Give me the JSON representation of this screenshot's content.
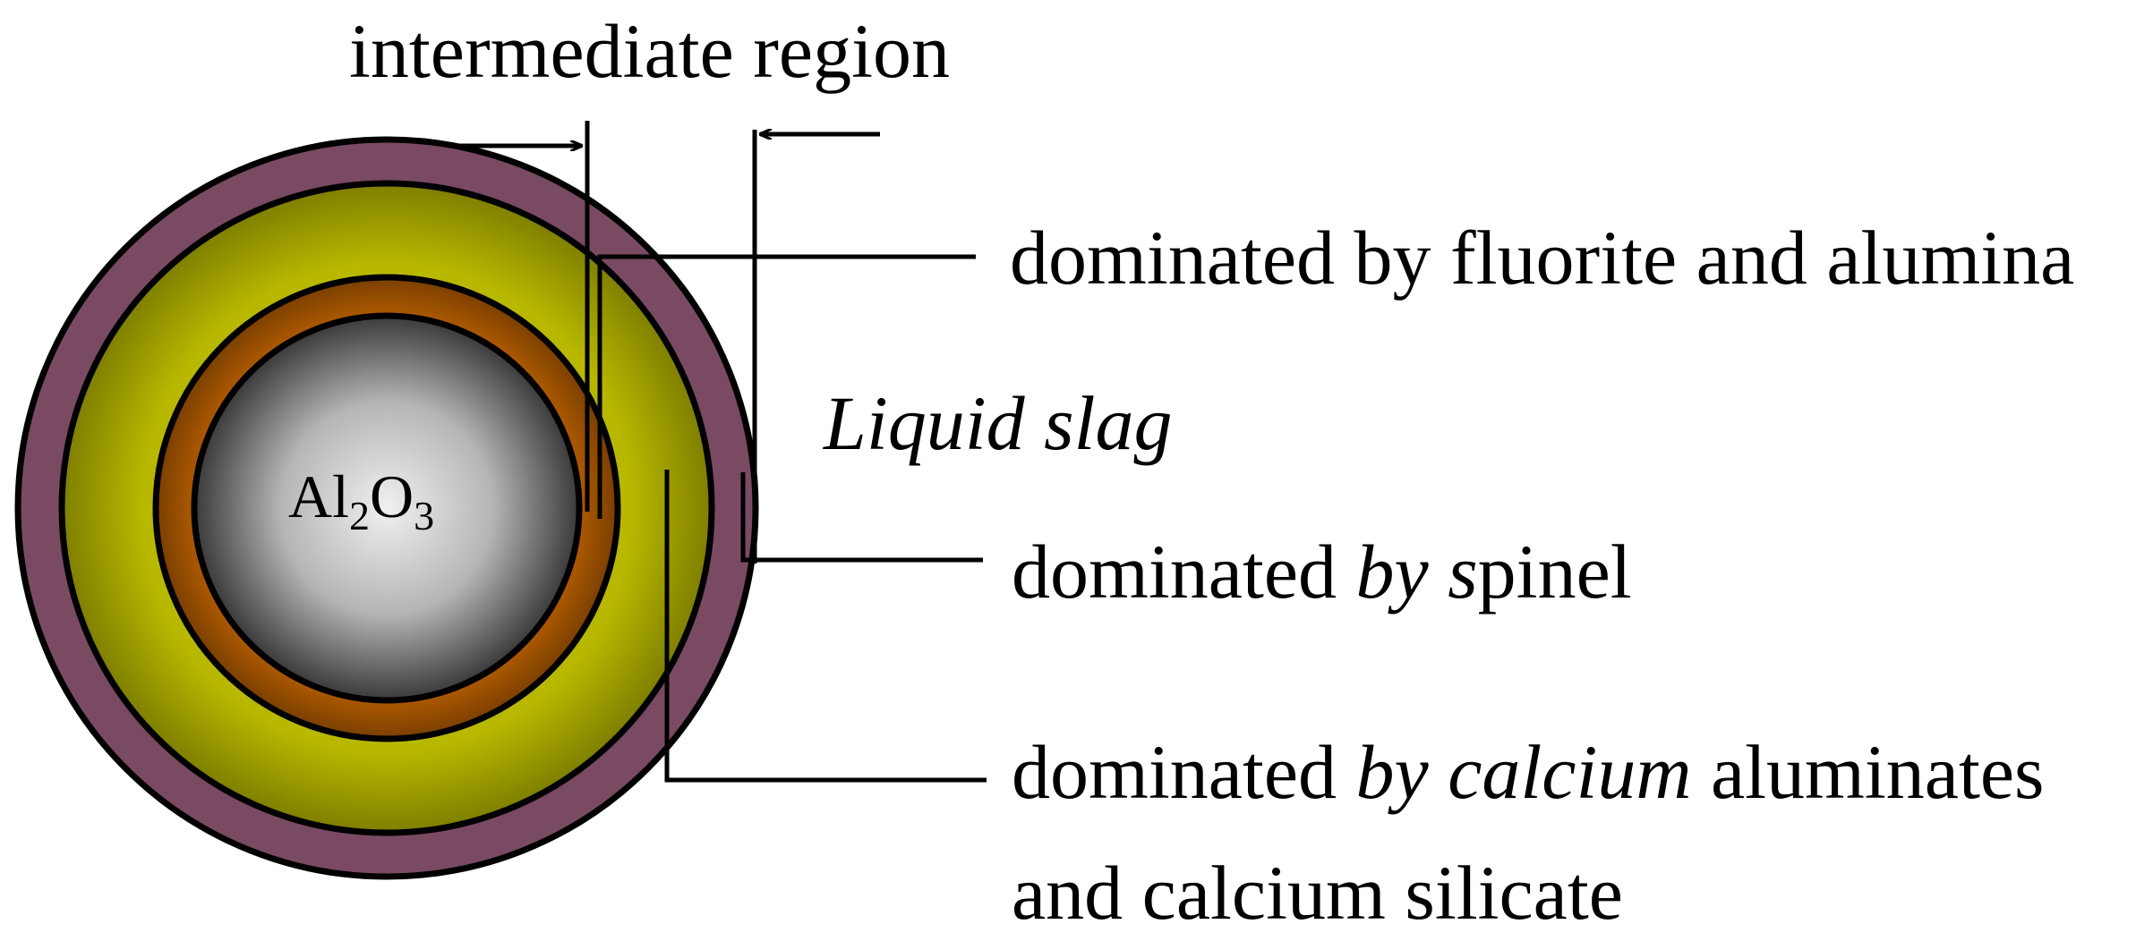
{
  "labels": {
    "intermediate_region": "intermediate region",
    "fluorite": "dominated by fluorite and alumina",
    "liquid_slag": "Liquid slag",
    "spinel": {
      "part1": "dominated ",
      "part2": "by s",
      "part3": "pinel"
    },
    "calcium": {
      "part1": "dominated ",
      "part2": "by calcium",
      "part3": " aluminates",
      "line2": "and calcium silicate"
    },
    "core": {
      "base": "Al",
      "sub1": "2",
      "mid": "O",
      "sub2": "3"
    }
  },
  "colors": {
    "outer_ring": "#7a4a63",
    "yellow_ring": "#b8b800",
    "yellow_ring_dark": "#7f7f00",
    "brown_ring": "#b85f00",
    "brown_ring_dark": "#7a3f00",
    "core_light": "#f0f0f0",
    "core_dark": "#3a3a3a",
    "line": "#000000"
  }
}
